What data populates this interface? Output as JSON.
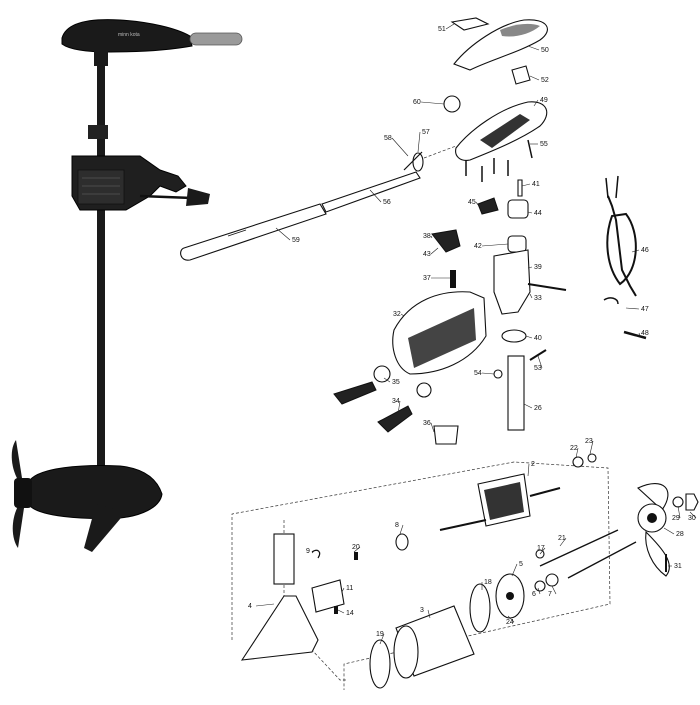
{
  "colors": {
    "background": "#ffffff",
    "ink": "#111111",
    "motor_body": "#1a1a1a",
    "handle_grip": "#9a9a9a"
  },
  "product": {
    "head_logo_text": "minn kota"
  },
  "callouts": [
    {
      "id": "c2",
      "label": "2"
    },
    {
      "id": "c3",
      "label": "3"
    },
    {
      "id": "c4",
      "label": "4"
    },
    {
      "id": "c5",
      "label": "5"
    },
    {
      "id": "c6",
      "label": "6"
    },
    {
      "id": "c7",
      "label": "7"
    },
    {
      "id": "c8",
      "label": "8"
    },
    {
      "id": "c9",
      "label": "9"
    },
    {
      "id": "c11",
      "label": "11"
    },
    {
      "id": "c14",
      "label": "14"
    },
    {
      "id": "c17",
      "label": "17"
    },
    {
      "id": "c18",
      "label": "18"
    },
    {
      "id": "c19",
      "label": "19"
    },
    {
      "id": "c20",
      "label": "20"
    },
    {
      "id": "c21",
      "label": "21"
    },
    {
      "id": "c22",
      "label": "22"
    },
    {
      "id": "c23",
      "label": "23"
    },
    {
      "id": "c24",
      "label": "24"
    },
    {
      "id": "c26",
      "label": "26"
    },
    {
      "id": "c28",
      "label": "28"
    },
    {
      "id": "c29",
      "label": "29"
    },
    {
      "id": "c30",
      "label": "30"
    },
    {
      "id": "c31",
      "label": "31"
    },
    {
      "id": "c32",
      "label": "32"
    },
    {
      "id": "c33",
      "label": "33"
    },
    {
      "id": "c34",
      "label": "34"
    },
    {
      "id": "c35",
      "label": "35"
    },
    {
      "id": "c36",
      "label": "36"
    },
    {
      "id": "c37",
      "label": "37"
    },
    {
      "id": "c38",
      "label": "38"
    },
    {
      "id": "c39",
      "label": "39"
    },
    {
      "id": "c40",
      "label": "40"
    },
    {
      "id": "c41",
      "label": "41"
    },
    {
      "id": "c42",
      "label": "42"
    },
    {
      "id": "c43",
      "label": "43"
    },
    {
      "id": "c44",
      "label": "44"
    },
    {
      "id": "c45",
      "label": "45"
    },
    {
      "id": "c46",
      "label": "46"
    },
    {
      "id": "c47",
      "label": "47"
    },
    {
      "id": "c48",
      "label": "48"
    },
    {
      "id": "c49",
      "label": "49"
    },
    {
      "id": "c50",
      "label": "50"
    },
    {
      "id": "c51",
      "label": "51"
    },
    {
      "id": "c52",
      "label": "52"
    },
    {
      "id": "c53",
      "label": "53"
    },
    {
      "id": "c54",
      "label": "54"
    },
    {
      "id": "c55",
      "label": "55"
    },
    {
      "id": "c56",
      "label": "56"
    },
    {
      "id": "c57",
      "label": "57"
    },
    {
      "id": "c58",
      "label": "58"
    },
    {
      "id": "c59",
      "label": "59"
    },
    {
      "id": "c60",
      "label": "60"
    }
  ]
}
